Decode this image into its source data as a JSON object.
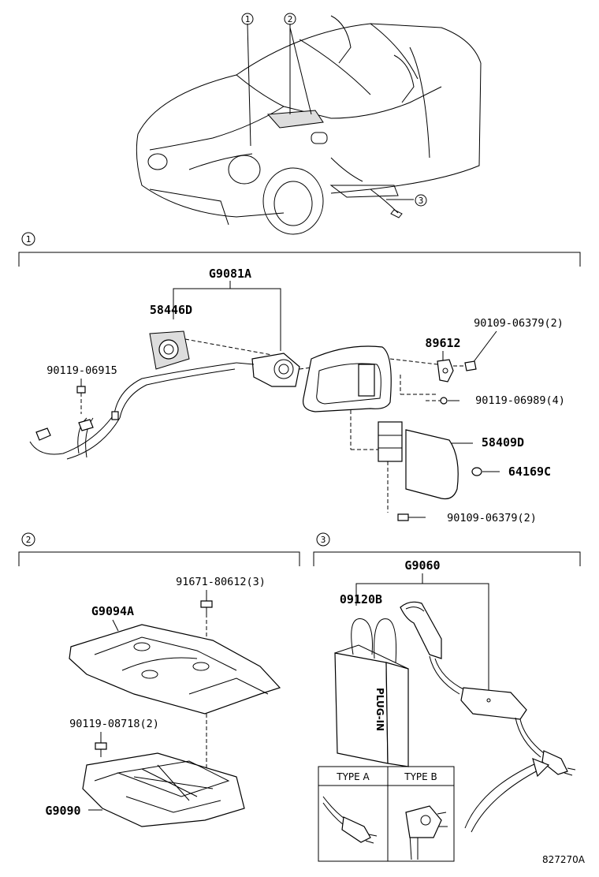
{
  "sections": {
    "s1": "1",
    "s2": "2",
    "s3": "3"
  },
  "overview": {
    "c1": "1",
    "c2": "2",
    "c3": "3"
  },
  "parts": {
    "g9081a": "G9081A",
    "p58446d": "58446D",
    "p90119_06915": "90119-06915",
    "p90109_06379_top": "90109-06379(2)",
    "p89612": "89612",
    "p90119_06989": "90119-06989(4)",
    "p58409d": "58409D",
    "p64169c": "64169C",
    "p90109_06379_bot": "90109-06379(2)",
    "p91671_80612": "91671-80612(3)",
    "g9094a": "G9094A",
    "p90119_08718": "90119-08718(2)",
    "g9090": "G9090",
    "g9060": "G9060",
    "p09120b": "09120B"
  },
  "bag_text": "PLUG-IN",
  "types": {
    "a": "TYPE A",
    "b": "TYPE B"
  },
  "illustration_id": "827270A"
}
